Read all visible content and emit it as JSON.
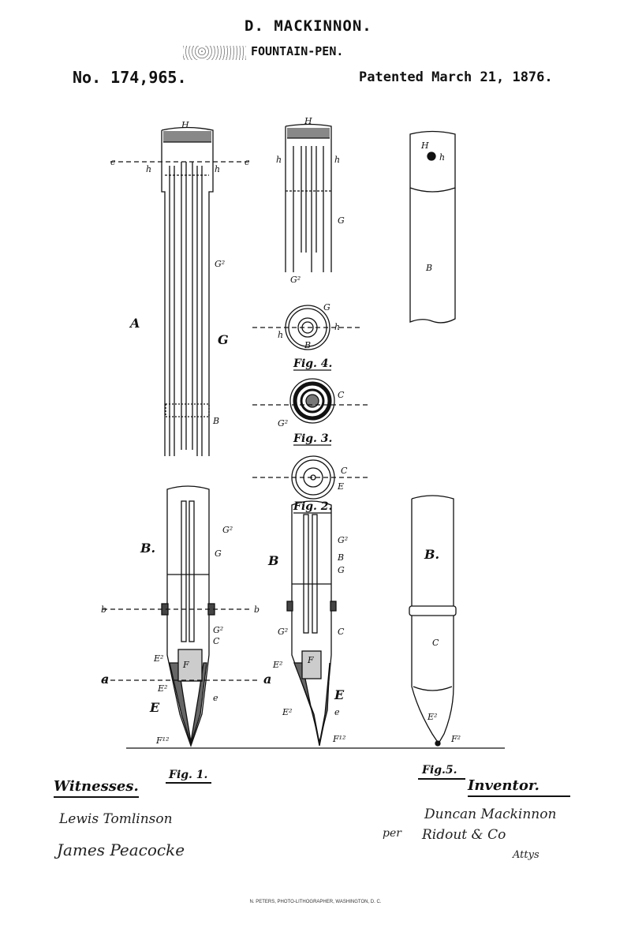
{
  "header": {
    "inventor_name": "D. MACKINNON.",
    "title": "FOUNTAIN-PEN.",
    "patent_number": "No. 174,965.",
    "patent_date": "Patented March 21, 1876."
  },
  "figures": {
    "fig1": "Fig. 1.",
    "fig2": "Fig. 2.",
    "fig3": "Fig. 3.",
    "fig4": "Fig. 4.",
    "fig5": "Fig.5."
  },
  "labels": [
    "H",
    "c",
    "c",
    "h",
    "h",
    "G²",
    "A",
    "G",
    "B",
    "H",
    "h",
    "h",
    "G",
    "G²",
    "H",
    "h",
    "B",
    "G",
    "h",
    "h",
    "B",
    "C",
    "G²",
    "C",
    "E",
    "B.",
    "G²",
    "G",
    "b",
    "b",
    "G²",
    "C",
    "E²",
    "F",
    "a",
    "a",
    "E²",
    "E",
    "e",
    "F¹²",
    "B",
    "G²",
    "B",
    "G",
    "G²",
    "C",
    "E²",
    "F",
    "E",
    "E²",
    "e",
    "F¹²",
    "B.",
    "C",
    "E²",
    "F²"
  ],
  "signatures": {
    "witnesses_label": "Witnesses.",
    "witness_1": "Lewis Tomlinson",
    "witness_2": "James Peacocke",
    "inventor_label": "Inventor.",
    "inventor_signature": "Duncan Mackinnon",
    "per": "per",
    "attorney": "Ridout & Co",
    "attys": "Attys"
  },
  "footer": {
    "printer": "N. PETERS, PHOTO-LITHOGRAPHER, WASHINGTON, D. C."
  }
}
